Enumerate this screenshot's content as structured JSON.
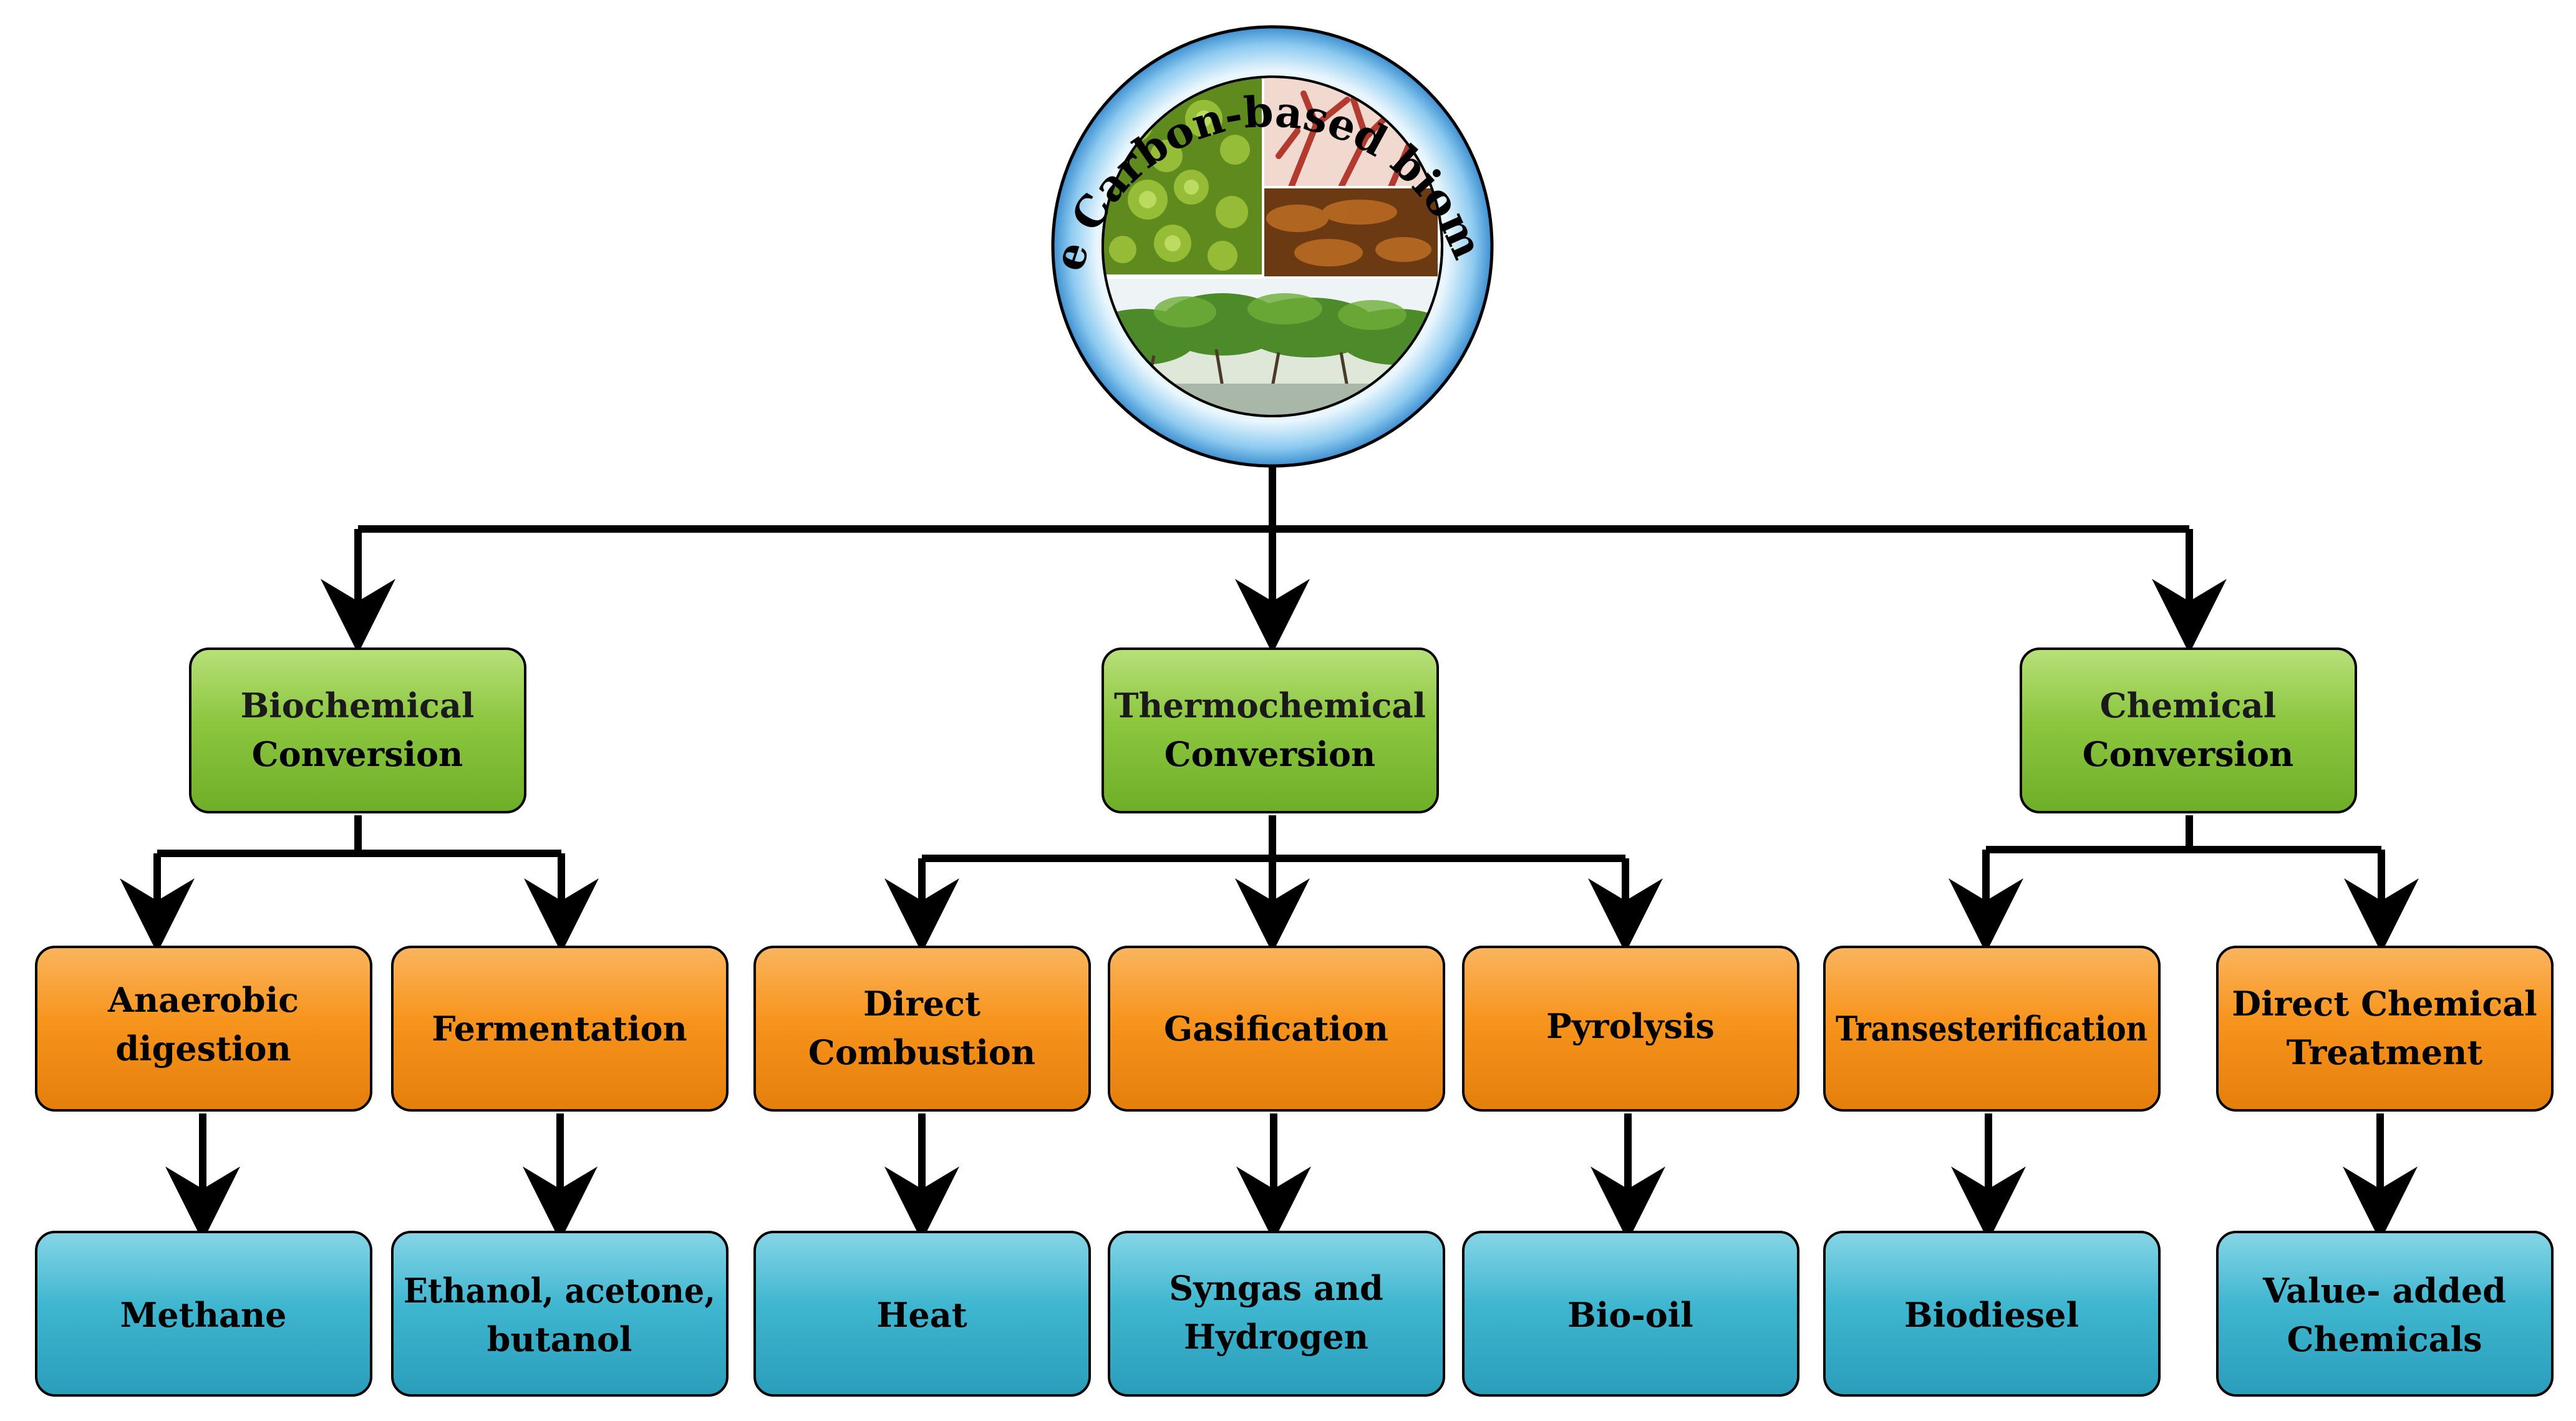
{
  "root": {
    "title": "Blue Carbon-based biomass"
  },
  "categories": [
    {
      "lines": [
        "Biochemical",
        "Conversion"
      ]
    },
    {
      "lines": [
        "Thermochemical",
        "Conversion"
      ]
    },
    {
      "lines": [
        "Chemical",
        "Conversion"
      ]
    }
  ],
  "processes": [
    {
      "lines": [
        "Anaerobic",
        "digestion"
      ]
    },
    {
      "lines": [
        "Fermentation"
      ]
    },
    {
      "lines": [
        "Direct",
        "Combustion"
      ]
    },
    {
      "lines": [
        "Gasification"
      ]
    },
    {
      "lines": [
        "Pyrolysis"
      ]
    },
    {
      "lines": [
        "Transesterification"
      ]
    },
    {
      "lines": [
        "Direct Chemical",
        "Treatment"
      ]
    }
  ],
  "products": [
    {
      "lines": [
        "Methane"
      ]
    },
    {
      "lines": [
        "Ethanol, acetone,",
        "butanol"
      ]
    },
    {
      "lines": [
        "Heat"
      ]
    },
    {
      "lines": [
        "Syngas and",
        "Hydrogen"
      ]
    },
    {
      "lines": [
        "Bio-oil"
      ]
    },
    {
      "lines": [
        "Biodiesel"
      ]
    },
    {
      "lines": [
        "Value- added",
        "Chemicals"
      ]
    }
  ],
  "colors": {
    "category_fill": "#8cc63f",
    "process_fill": "#f7941d",
    "product_fill": "#3fb6d0",
    "circle_ring": "#4ea3dc",
    "arrow": "#000000"
  }
}
